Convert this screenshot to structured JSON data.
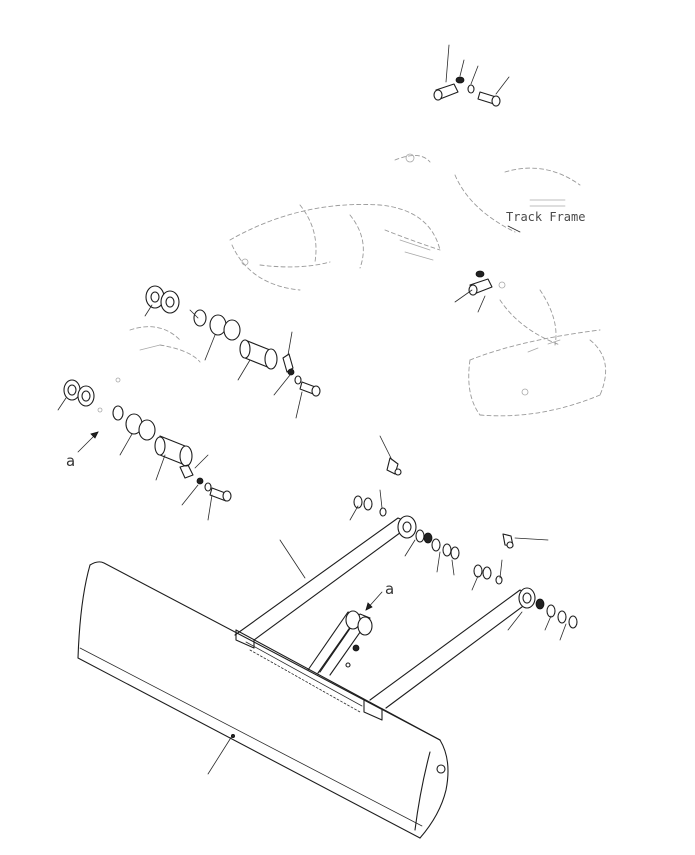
{
  "labels": {
    "track_frame": "Track Frame",
    "detail_a_upper": "a",
    "detail_a_lower": "a"
  }
}
